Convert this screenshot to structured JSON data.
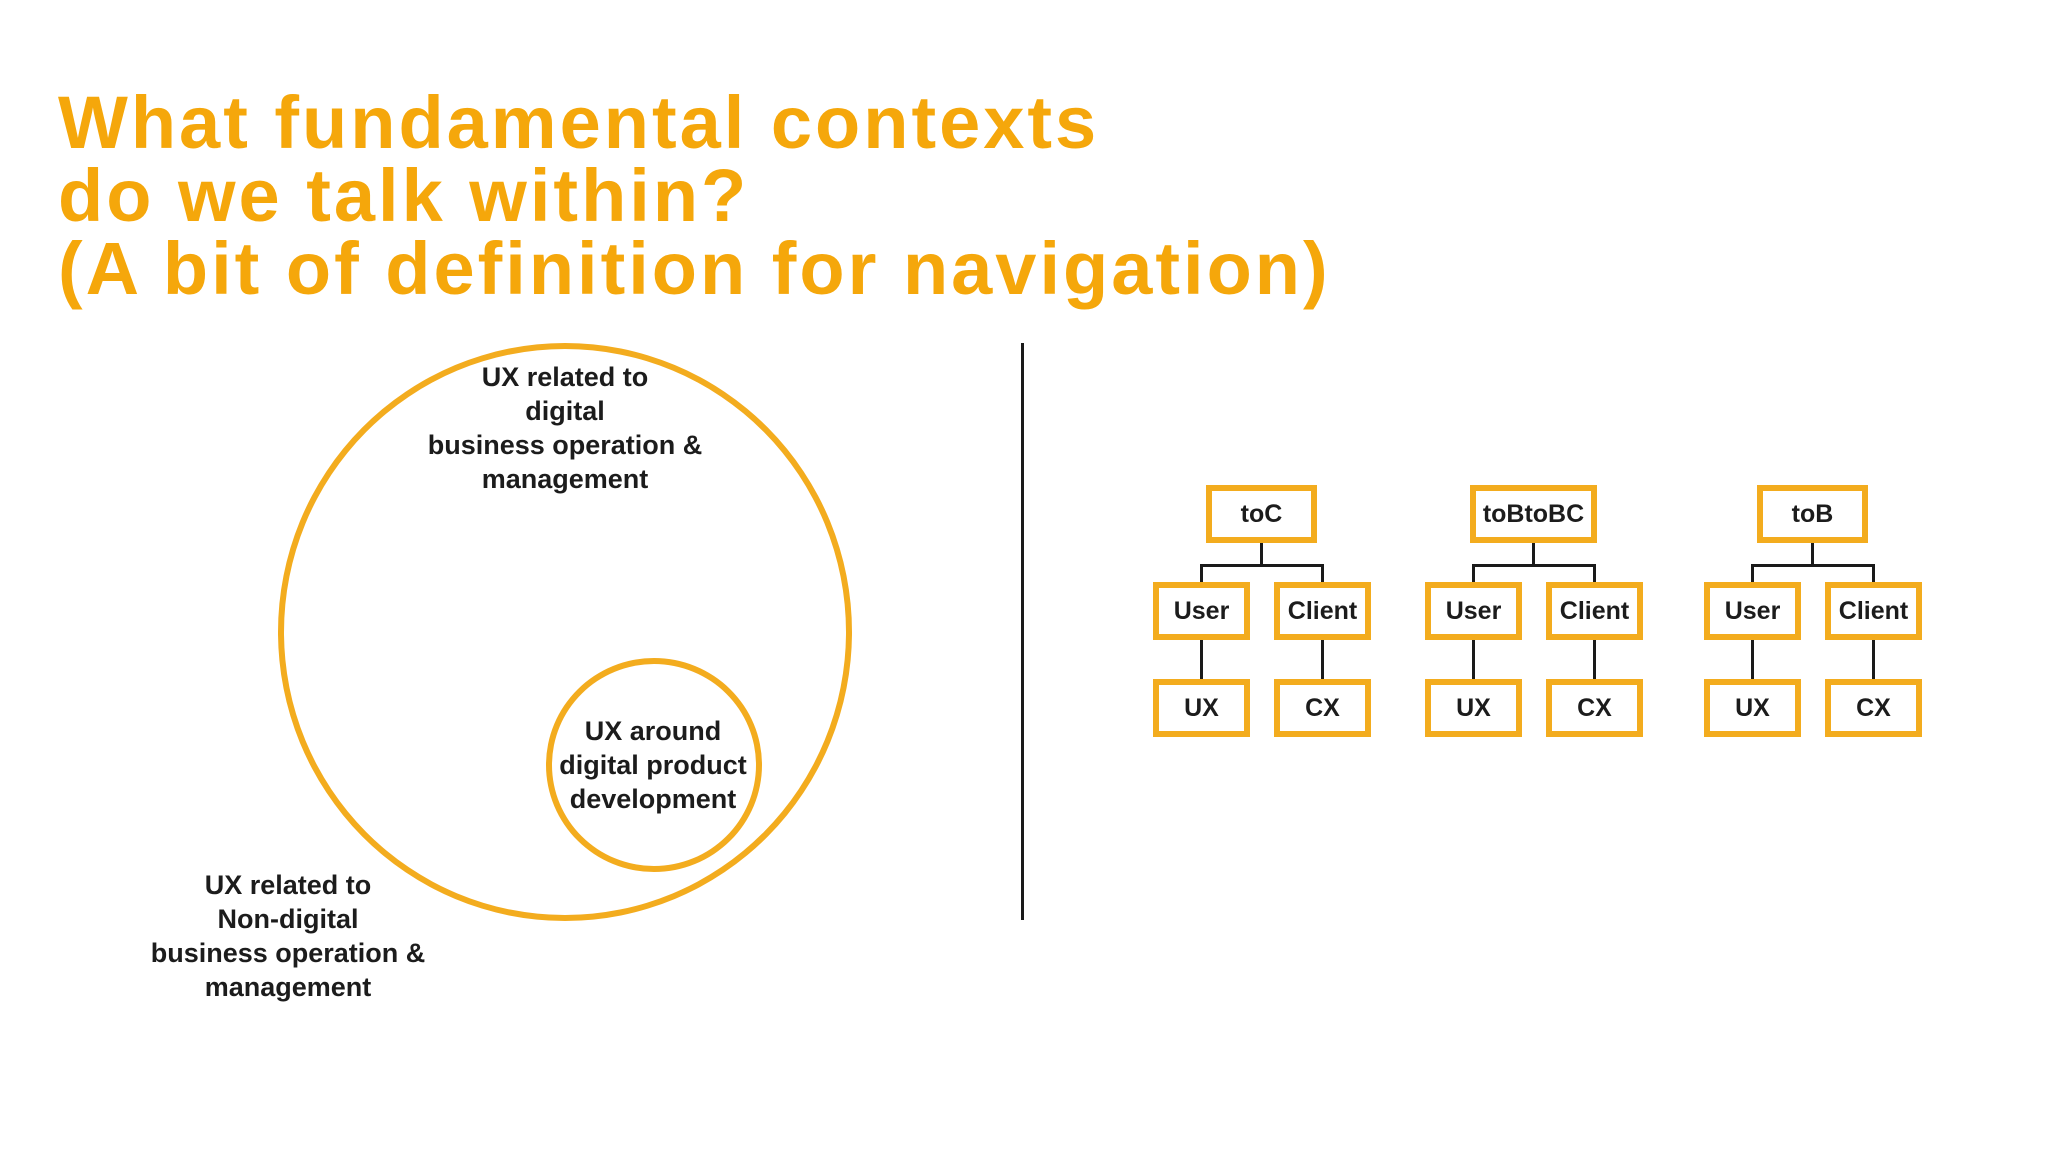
{
  "title": {
    "text": "What fundamental contexts\ndo we talk within?\n(A bit of definition for navigation)"
  },
  "colors": {
    "accent_title": "#F5A70B",
    "accent_shape": "#F3AC1E",
    "ink": "#1C1C1C",
    "connector": "#1A1A1A",
    "background": "#FFFFFF"
  },
  "venn_diagram": {
    "outer_circle_label": "UX related to\ndigital\nbusiness operation &\nmanagement",
    "inner_circle_label": "UX around\ndigital product\ndevelopment",
    "outside_label": "UX related to\nNon-digital\nbusiness operation &\nmanagement"
  },
  "org_trees": [
    {
      "root": "toC",
      "branches": [
        {
          "label": "User",
          "leaf": "UX"
        },
        {
          "label": "Client",
          "leaf": "CX"
        }
      ]
    },
    {
      "root": "toBtoBC",
      "branches": [
        {
          "label": "User",
          "leaf": "UX"
        },
        {
          "label": "Client",
          "leaf": "CX"
        }
      ]
    },
    {
      "root": "toB",
      "branches": [
        {
          "label": "User",
          "leaf": "UX"
        },
        {
          "label": "Client",
          "leaf": "CX"
        }
      ]
    }
  ]
}
